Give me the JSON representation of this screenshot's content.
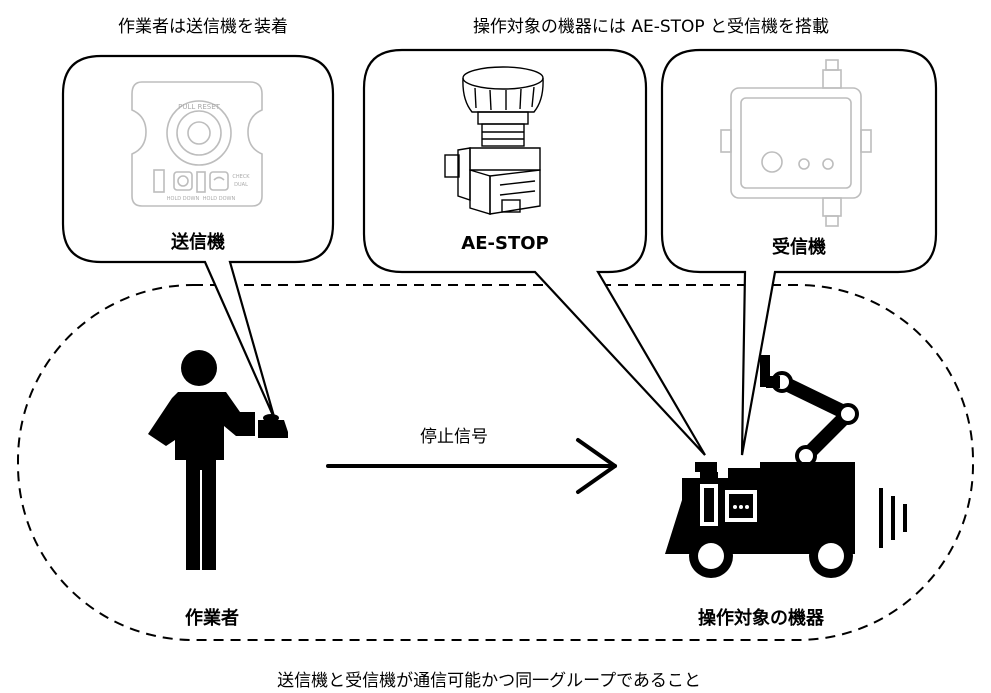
{
  "captions": {
    "worker_caption": "作業者は送信機を装着",
    "machine_caption": "操作対象の機器には AE-STOP と受信機を搭載",
    "footer": "送信機と受信機が通信可能かつ同一グループであること"
  },
  "bubbles": {
    "transmitter": {
      "label": "送信機",
      "device_text": [
        "PULL RESET",
        "HOLD DOWN",
        "HOLD DOWN",
        "CHECK",
        "DUAL"
      ]
    },
    "aestop": {
      "label": "AE-STOP"
    },
    "receiver": {
      "label": "受信機"
    }
  },
  "actors": {
    "worker": "作業者",
    "machine": "操作対象の機器"
  },
  "signal": {
    "label": "停止信号"
  },
  "colors": {
    "line": "#000000",
    "device_gray": "#bdbdbd",
    "background": "#ffffff"
  }
}
